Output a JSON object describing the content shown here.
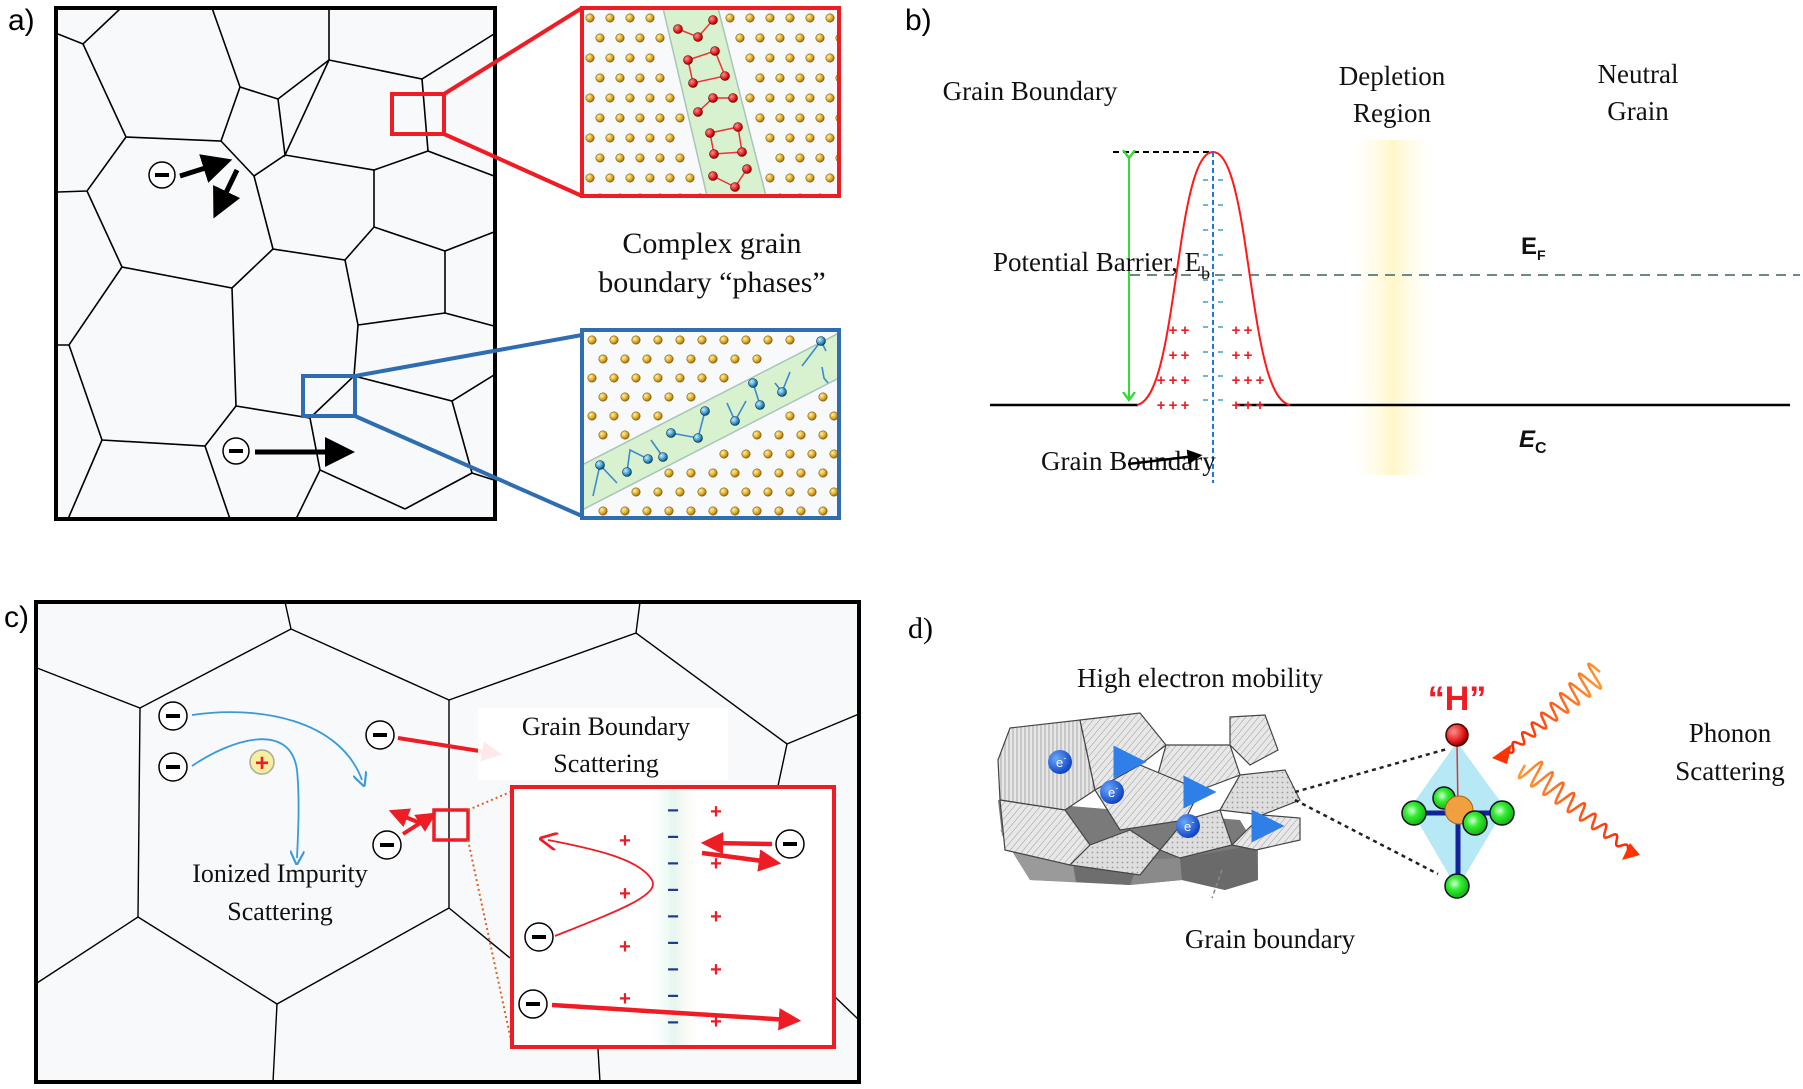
{
  "panels": {
    "a": {
      "label": "a)",
      "caption_line1": "Complex grain",
      "caption_line2": "boundary “phases”",
      "electron_symbol": "−"
    },
    "b": {
      "label": "b)",
      "region_grain_boundary": "Grain Boundary",
      "region_depletion_line1": "Depletion",
      "region_depletion_line2": "Region",
      "region_neutral_line1": "Neutral",
      "region_neutral_line2": "Grain",
      "barrier_label": "Potential Barrier, E",
      "barrier_sub": "b",
      "fermi_label": "E",
      "fermi_sub": "F",
      "conduction_label": "E",
      "conduction_sub": "C",
      "gb_pointer_label": "Grain Boundary",
      "plus_sign": "+",
      "minus_sign": "-"
    },
    "c": {
      "label": "c)",
      "gb_scattering_line1": "Grain Boundary",
      "gb_scattering_line2": "Scattering",
      "impurity_line1": "Ionized Impurity",
      "impurity_line2": "Scattering",
      "plus_sign": "+",
      "minus_sign": "−"
    },
    "d": {
      "label": "d)",
      "mobility_label": "High electron mobility",
      "gb_label": "Grain boundary",
      "h_label": "“H”",
      "phonon_line1": "Phonon",
      "phonon_line2": "Scattering",
      "electron_label": "e",
      "electron_sup": "-"
    }
  },
  "colors": {
    "red": "#ee1c24",
    "blue_box": "#2f6db0",
    "green_band": "#d6f5cf",
    "gold_atom": "#e0a820",
    "barrier_curve": "#ff1a1a",
    "barrier_arrow": "#33dd33",
    "gb_line": "#2277dd",
    "fermi_dash": "#6a8a88",
    "electron_arrow": "#1a4fd8",
    "green_atom": "#22dd22",
    "orange_atom": "#f0a040",
    "octahedron": "#aee6f5"
  }
}
